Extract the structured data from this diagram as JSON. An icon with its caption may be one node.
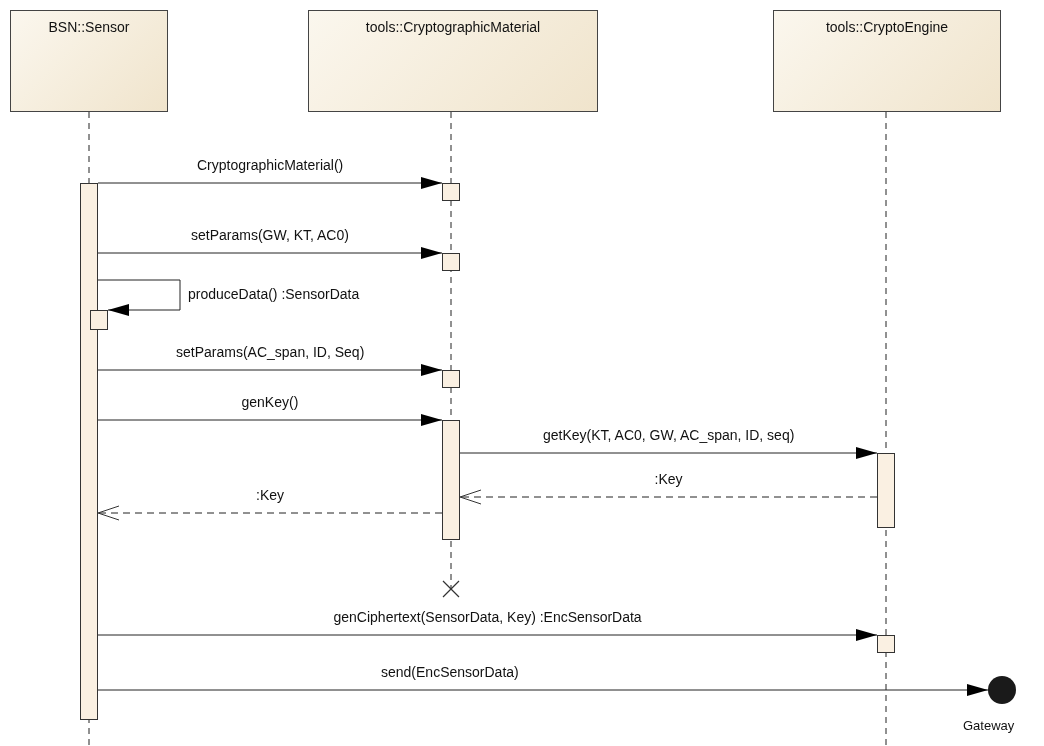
{
  "diagram": {
    "nodes": [
      {
        "text": [
          "BSN::Sensor"
        ]
      },
      {
        "text": [
          "tools::CryptographicMaterial"
        ]
      },
      {
        "text": [
          "tools::CryptoEngine"
        ]
      },
      {
        "text": [],
        "shape": "box"
      },
      {
        "text": [],
        "shape": "box"
      },
      {
        "text": [],
        "shape": "box"
      },
      {
        "text": [],
        "shape": "box"
      },
      {
        "text": [],
        "shape": "box"
      },
      {
        "text": [],
        "shape": "box"
      },
      {
        "text": [],
        "shape": "box"
      },
      {
        "text": [],
        "shape": "box"
      },
      {
        "text": [
          "Gateway"
        ]
      }
    ],
    "edges": [
      {
        "from": 3,
        "to": 5,
        "arrow": "to",
        "label": "CryptographicMaterial()"
      },
      {
        "from": 3,
        "to": 6,
        "arrow": "to",
        "label": "setParams(GW, KT, AC0)"
      },
      {
        "from": 3,
        "to": 4,
        "arrow": "to",
        "label": "produceData() :SensorData"
      },
      {
        "from": 3,
        "to": 7,
        "arrow": "to",
        "label": "setParams(AC_span, ID, Seq)"
      },
      {
        "from": 3,
        "to": 8,
        "arrow": "to",
        "label": "genKey()"
      },
      {
        "from": 8,
        "to": 9,
        "arrow": "to",
        "label": "getKey(KT, AC0, GW, AC_span, ID, seq)"
      },
      {
        "from": 9,
        "to": 8,
        "arrow": "to",
        "label": ":Key",
        "style": "dashed"
      },
      {
        "from": 8,
        "to": 3,
        "arrow": "to",
        "label": ":Key",
        "style": "dashed"
      },
      {
        "from": 3,
        "to": 10,
        "arrow": "to",
        "label": "genCiphertext(SensorData, Key) :EncSensorData"
      },
      {
        "from": 3,
        "to": 11,
        "arrow": "to",
        "label": "send(EncSensorData)"
      }
    ]
  }
}
